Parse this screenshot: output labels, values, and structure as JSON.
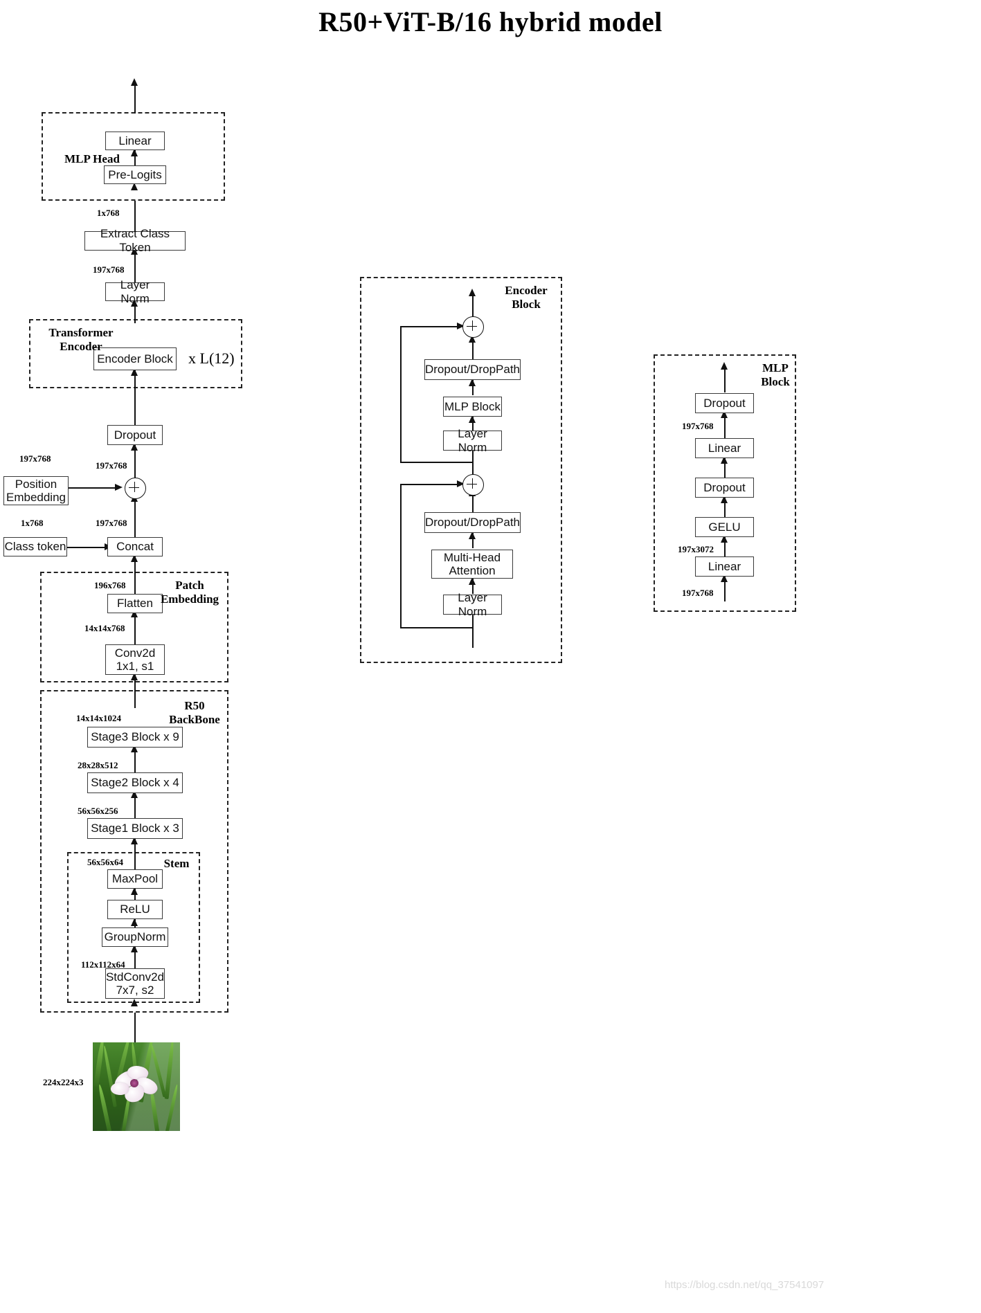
{
  "title": "R50+ViT-B/16 hybrid model",
  "watermark": "https://blog.csdn.net/qq_37541097",
  "groups": {
    "mlp_head": "MLP Head",
    "transformer_encoder": "Transformer\nEncoder",
    "patch_embedding": "Patch\nEmbedding",
    "r50_backbone": "R50\nBackBone",
    "stem": "Stem",
    "encoder_block": "Encoder\nBlock",
    "mlp_block": "MLP\nBlock"
  },
  "main_pipeline": {
    "boxes": [
      {
        "id": "linear-head",
        "label": "Linear"
      },
      {
        "id": "pre-logits",
        "label": "Pre-Logits"
      },
      {
        "id": "extract-class-token",
        "label": "Extract Class Token"
      },
      {
        "id": "layer-norm-final",
        "label": "Layer Norm"
      },
      {
        "id": "encoder-block",
        "label": "Encoder Block"
      },
      {
        "id": "dropout-embed",
        "label": "Dropout"
      },
      {
        "id": "position-embedding",
        "label": "Position\nEmbedding"
      },
      {
        "id": "class-token",
        "label": "Class token"
      },
      {
        "id": "concat",
        "label": "Concat"
      },
      {
        "id": "flatten",
        "label": "Flatten"
      },
      {
        "id": "conv2d",
        "label": "Conv2d\n1x1, s1"
      },
      {
        "id": "stage3",
        "label": "Stage3 Block x 9"
      },
      {
        "id": "stage2",
        "label": "Stage2 Block x 4"
      },
      {
        "id": "stage1",
        "label": "Stage1 Block x 3"
      },
      {
        "id": "maxpool",
        "label": "MaxPool"
      },
      {
        "id": "relu",
        "label": "ReLU"
      },
      {
        "id": "groupnorm",
        "label": "GroupNorm"
      },
      {
        "id": "stdconv2d",
        "label": "StdConv2d\n7x7, s2"
      }
    ],
    "repeat_label": "x L(12)",
    "dims": {
      "to_mlp_head": "1x768",
      "to_extract": "197x768",
      "pos_embed_out": "197x768",
      "add_out": "197x768",
      "class_token_out": "1x768",
      "concat_out": "197x768",
      "flatten_out": "196x768",
      "conv_out": "14x14x768",
      "stage3_out": "14x14x1024",
      "stage2_out": "28x28x512",
      "stage1_out": "56x56x256",
      "stem_out": "56x56x64",
      "stdconv_out": "112x112x64",
      "input_image": "224x224x3"
    }
  },
  "encoder_block": {
    "boxes": [
      {
        "id": "enc-dropout-droppath-2",
        "label": "Dropout/DropPath"
      },
      {
        "id": "enc-mlp-block",
        "label": "MLP Block"
      },
      {
        "id": "enc-layer-norm-2",
        "label": "Layer Norm"
      },
      {
        "id": "enc-dropout-droppath-1",
        "label": "Dropout/DropPath"
      },
      {
        "id": "enc-multi-head-attention",
        "label": "Multi-Head\nAttention"
      },
      {
        "id": "enc-layer-norm-1",
        "label": "Layer Norm"
      }
    ]
  },
  "mlp_block": {
    "boxes": [
      {
        "id": "mlp-dropout-2",
        "label": "Dropout"
      },
      {
        "id": "mlp-linear-2",
        "label": "Linear"
      },
      {
        "id": "mlp-dropout-1",
        "label": "Dropout"
      },
      {
        "id": "mlp-gelu",
        "label": "GELU"
      },
      {
        "id": "mlp-linear-1",
        "label": "Linear"
      }
    ],
    "dims": {
      "after_linear2": "197x768",
      "after_linear1": "197x3072",
      "input": "197x768"
    }
  }
}
